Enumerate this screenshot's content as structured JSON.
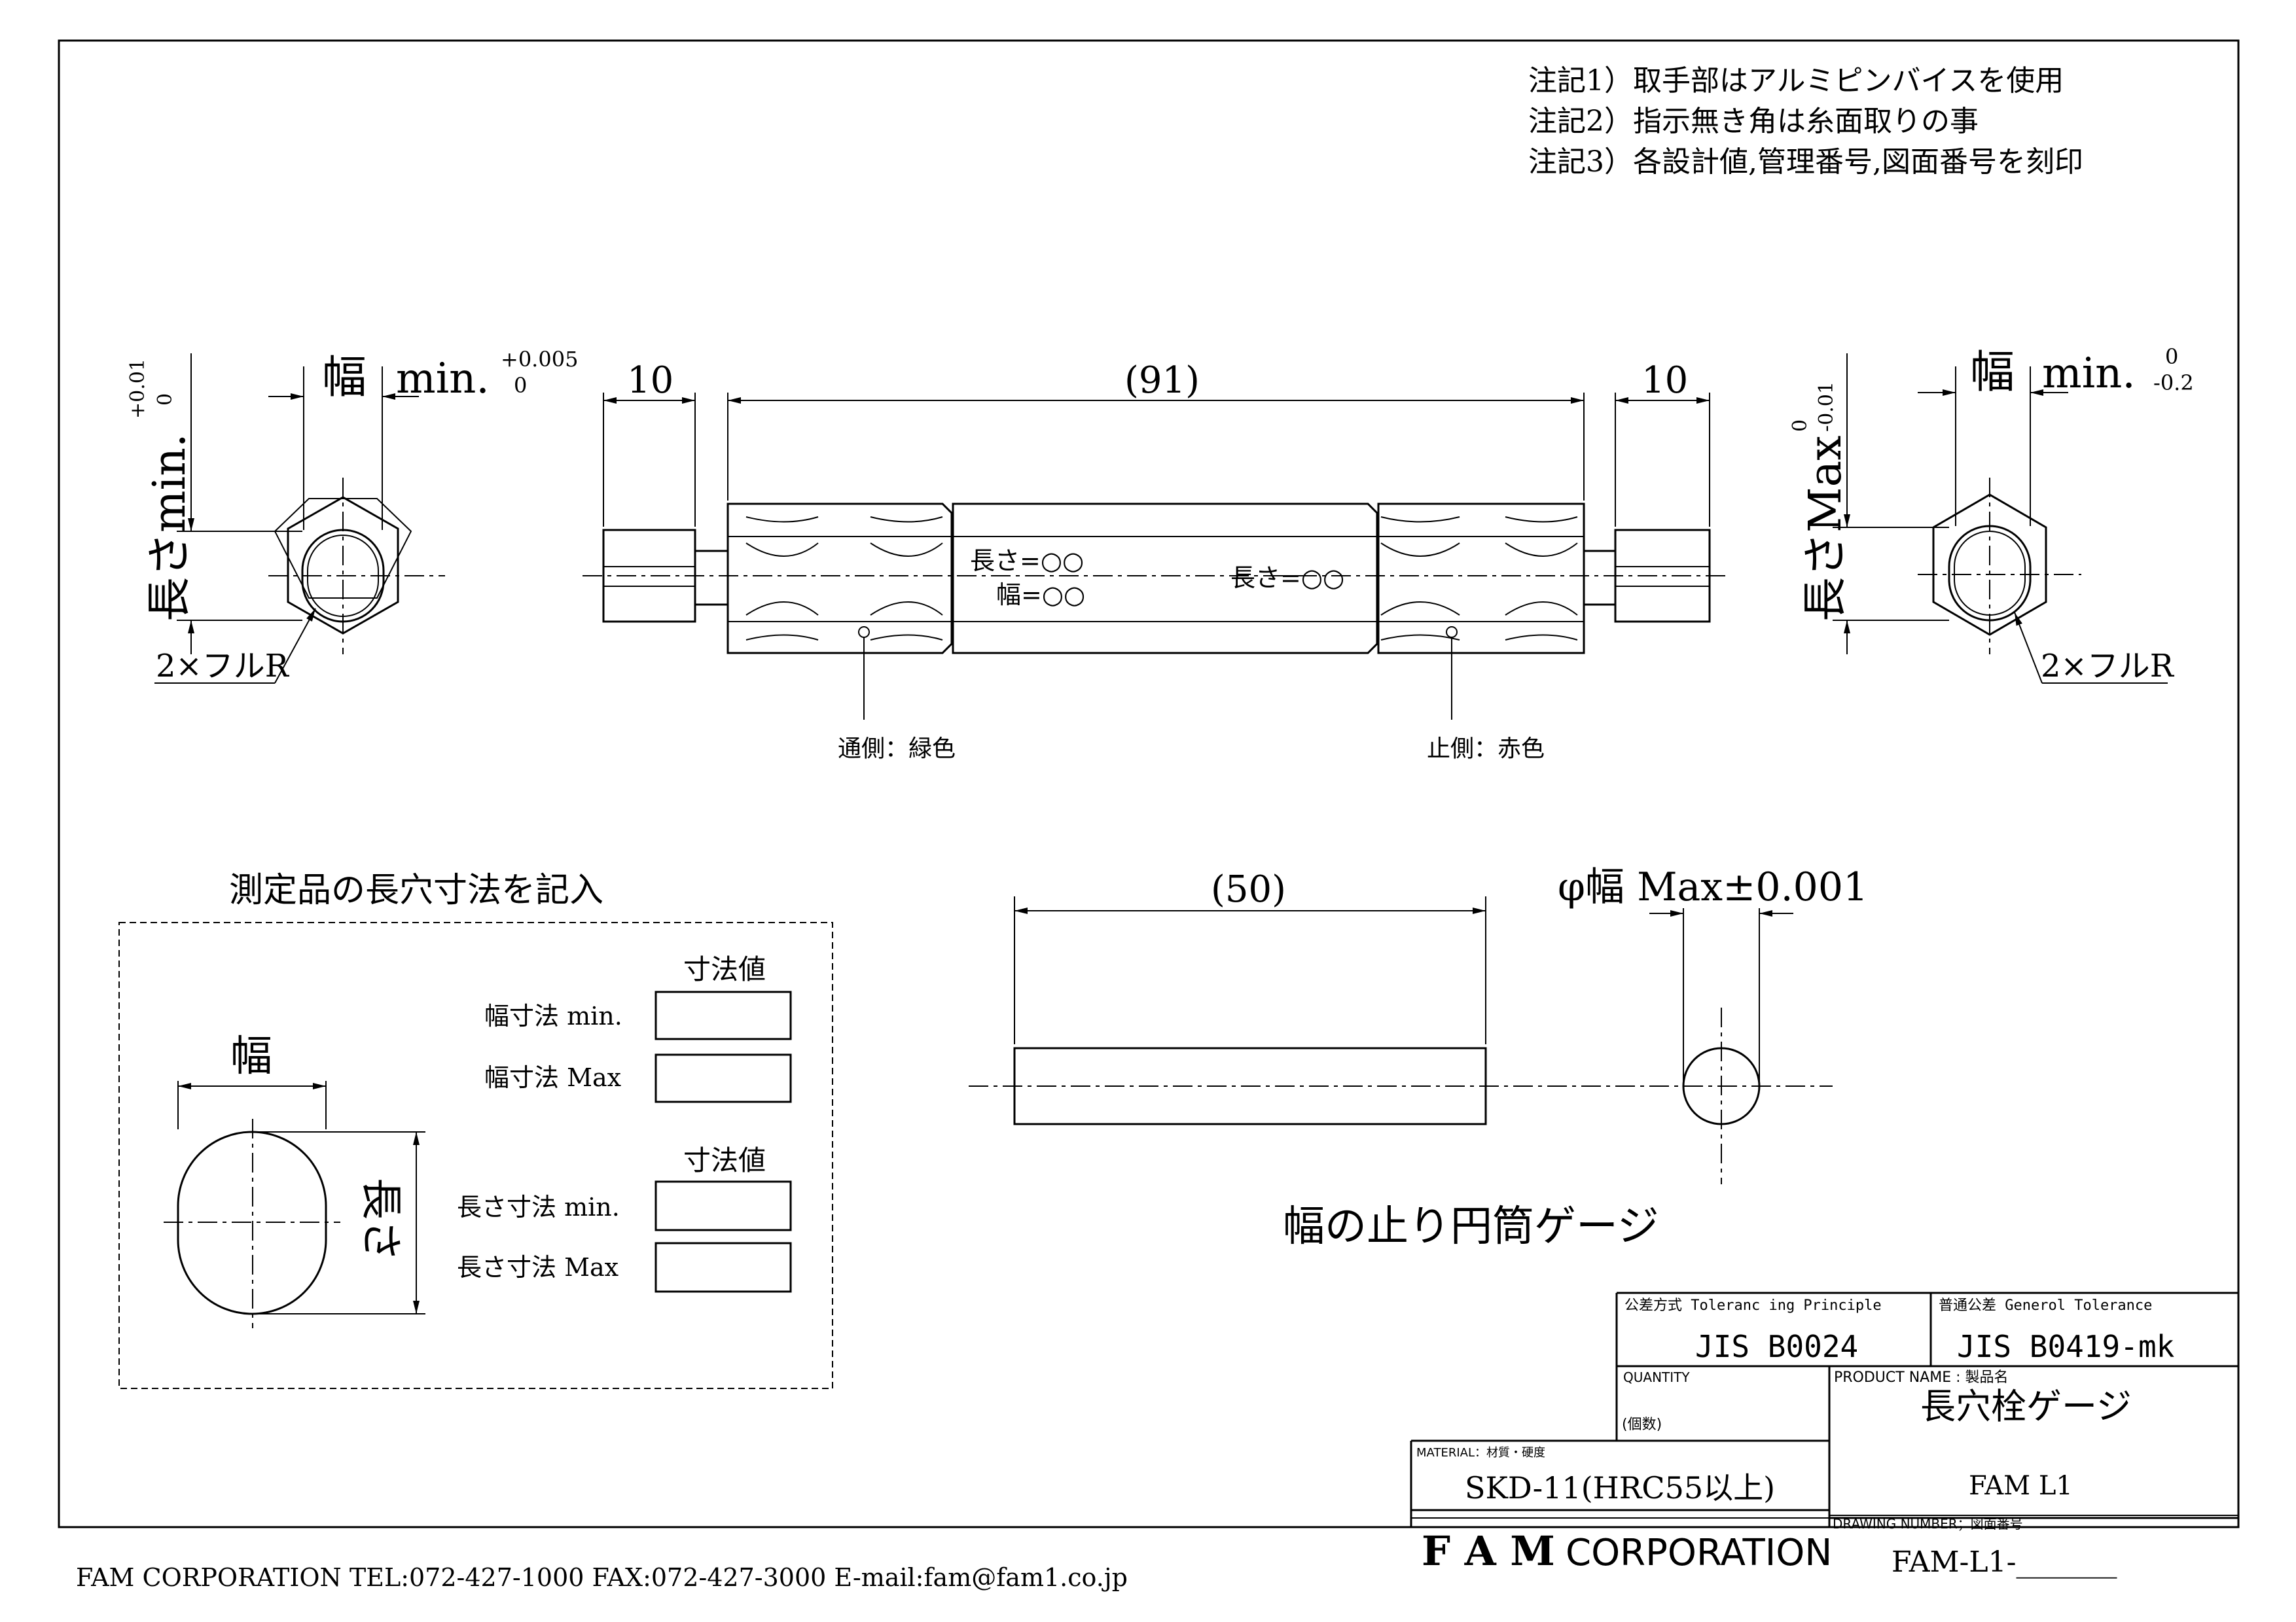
{
  "notes": [
    "注記1）取手部はアルミピンバイスを使用",
    "注記2）指示無き角は糸面取りの事",
    "注記3）各設計値,管理番号,図面番号を刻印"
  ],
  "left_end_view": {
    "width_label": "幅",
    "width_min": "min.",
    "width_tol_upper": "+0.005",
    "width_tol_lower": "0",
    "length_label": "長さmin.",
    "length_tol_upper": "+0.01",
    "length_tol_lower": "0",
    "radius_note": "2×フルR"
  },
  "right_end_view": {
    "width_label": "幅",
    "width_min": "min.",
    "width_tol_upper": "0",
    "width_tol_lower": "-0.2",
    "length_label": "長さMax",
    "length_tol_upper": "0",
    "length_tol_lower": "-0.01",
    "radius_note": "2×フルR"
  },
  "gauge": {
    "dim_left": "10",
    "dim_center": "(91)",
    "dim_right": "10",
    "engrave_go_length": "長さ=○○",
    "engrave_go_width": "幅=○○",
    "engrave_nogo_length": "長さ=○○",
    "go_side": "通側：緑色",
    "nogo_side": "止側：赤色"
  },
  "record_box": {
    "title": "測定品の長穴寸法を記入",
    "width_label": "幅",
    "length_label": "長さ",
    "value_header_1": "寸法値",
    "row_width_min": "幅寸法 min.",
    "row_width_max": "幅寸法 Max",
    "value_header_2": "寸法値",
    "row_length_min": "長さ寸法 min.",
    "row_length_max": "長さ寸法 Max"
  },
  "cylinder_gauge": {
    "length_dim": "(50)",
    "diameter_dim": "φ幅 Max±0.001",
    "caption": "幅の止り円筒ゲージ"
  },
  "title_block": {
    "tolerancing_label": "公差方式  Toleranc ing Principle",
    "tolerancing_value": "JIS B0024",
    "general_tol_label": "普通公差  Generol Tolerance",
    "general_tol_value": "JIS B0419-mk",
    "quantity_label": "QUANTITY",
    "quantity_sub": "(個数)",
    "product_label": "PRODUCT NAME : 製品名",
    "product_value": "長穴栓ゲージ",
    "material_label": "MATERIAL：材質・硬度",
    "material_value": "SKD-11(HRC55以上)",
    "model_value": "FAM L1",
    "company_bold": "F A M",
    "company_rest": "CORPORATION",
    "drawing_label": "DRAWING NUMBER；図面番号",
    "drawing_value": "FAM-L1-_______"
  },
  "footer": "FAM CORPORATION  TEL:072-427-1000  FAX:072-427-3000  E-mail:fam@fam1.co.jp"
}
